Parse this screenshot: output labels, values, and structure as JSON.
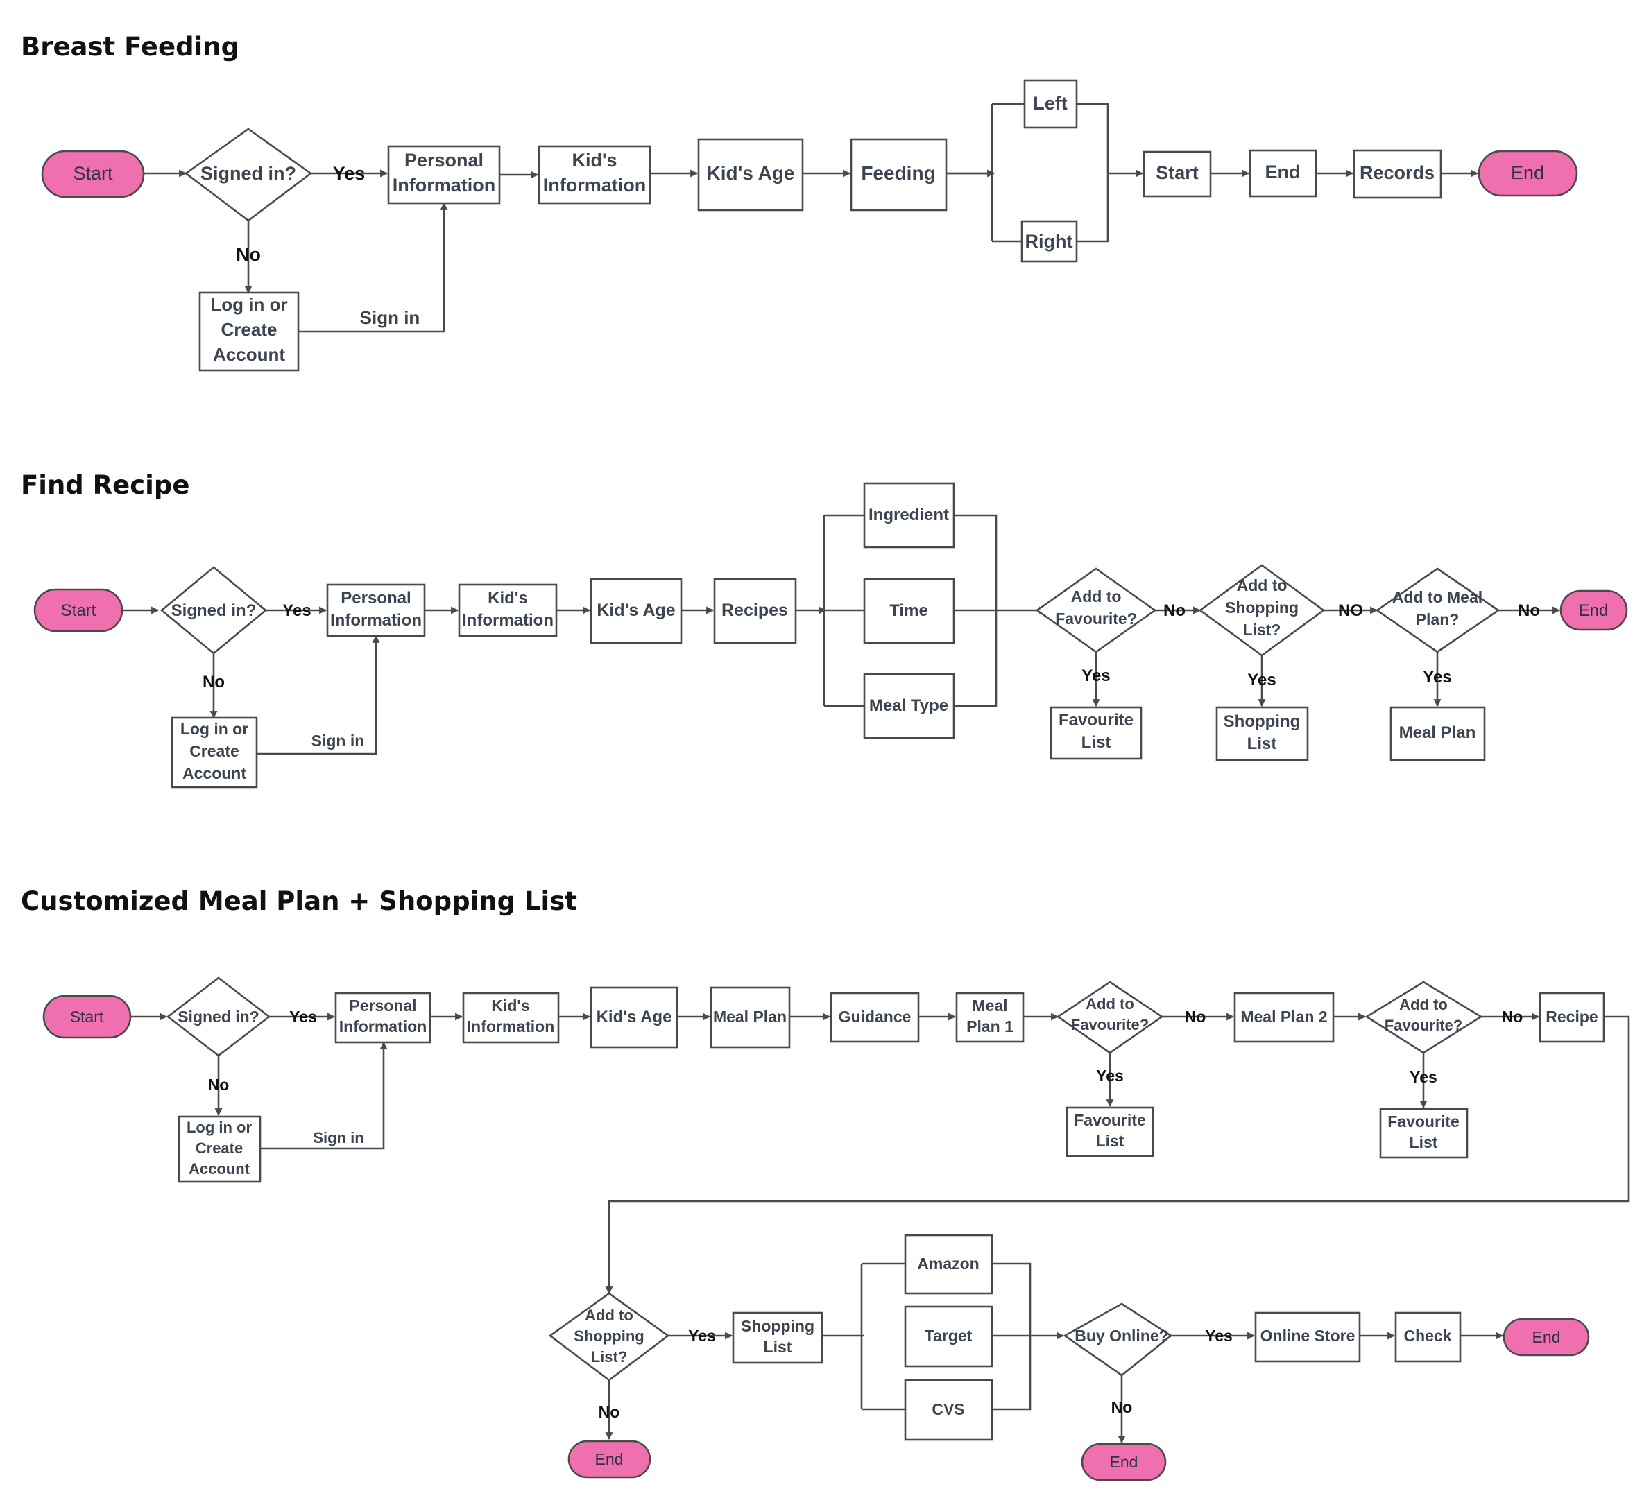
{
  "sections": {
    "breast_feeding": "Breast Feeding",
    "find_recipe": "Find Recipe",
    "meal_plan": "Customized Meal Plan + Shopping List"
  },
  "colors": {
    "terminal": "#f06fae",
    "stroke": "#4a4a4a",
    "text": "#3b4450"
  },
  "bf": {
    "start": "Start",
    "signed": "Signed in?",
    "yes": "Yes",
    "no": "No",
    "personal": [
      "Personal",
      "Information"
    ],
    "kids_info": [
      "Kid's",
      "Information"
    ],
    "kids_age": "Kid's Age",
    "feeding": "Feeding",
    "left": "Left",
    "right": "Right",
    "start2": "Start",
    "end_step": "End",
    "records": "Records",
    "end": "End",
    "login": [
      "Log in or",
      "Create",
      "Account"
    ],
    "signin": "Sign in"
  },
  "fr": {
    "start": "Start",
    "signed": "Signed in?",
    "yes": "Yes",
    "no": "No",
    "personal": [
      "Personal",
      "Information"
    ],
    "kids_info": [
      "Kid's",
      "Information"
    ],
    "kids_age": "Kid's Age",
    "recipes": "Recipes",
    "ingredient": "Ingredient",
    "time": "Time",
    "meal_type": "Meal Type",
    "add_fav": [
      "Add to",
      "Favourite?"
    ],
    "add_shop": [
      "Add to",
      "Shopping",
      "List?"
    ],
    "add_meal": [
      "Add to Meal",
      "Plan?"
    ],
    "fav_list": [
      "Favourite",
      "List"
    ],
    "shop_list": [
      "Shopping",
      "List"
    ],
    "meal_plan": "Meal Plan",
    "no1": "No",
    "no2": "NO",
    "no3": "No",
    "yes1": "Yes",
    "yes2": "Yes",
    "yes3": "Yes",
    "end": "End",
    "login": [
      "Log in or",
      "Create",
      "Account"
    ],
    "signin": "Sign in"
  },
  "mp": {
    "start": "Start",
    "signed": "Signed in?",
    "yes": "Yes",
    "no": "No",
    "personal": [
      "Personal",
      "Information"
    ],
    "kids_info": [
      "Kid's",
      "Information"
    ],
    "kids_age": "Kid's Age",
    "meal_plan": "Meal Plan",
    "guidance": "Guidance",
    "meal_plan1": [
      "Meal",
      "Plan 1"
    ],
    "add_fav1": [
      "Add to",
      "Favourite?"
    ],
    "meal_plan2": "Meal Plan 2",
    "add_fav2": [
      "Add to",
      "Favourite?"
    ],
    "recipe": "Recipe",
    "no1": "No",
    "no2": "No",
    "yes1": "Yes",
    "yes2": "Yes",
    "fav_list1": [
      "Favourite",
      "List"
    ],
    "fav_list2": [
      "Favourite",
      "List"
    ],
    "login": [
      "Log in or",
      "Create",
      "Account"
    ],
    "signin": "Sign in",
    "add_shop": [
      "Add to",
      "Shopping",
      "List?"
    ],
    "yes3": "Yes",
    "no3": "No",
    "shop_list": [
      "Shopping",
      "List"
    ],
    "amazon": "Amazon",
    "target": "Target",
    "cvs": "CVS",
    "buy_online": "Buy Online?",
    "yes4": "Yes",
    "no4": "No",
    "online_store": "Online Store",
    "check": "Check",
    "end1": "End",
    "end2": "End",
    "end3": "End"
  }
}
